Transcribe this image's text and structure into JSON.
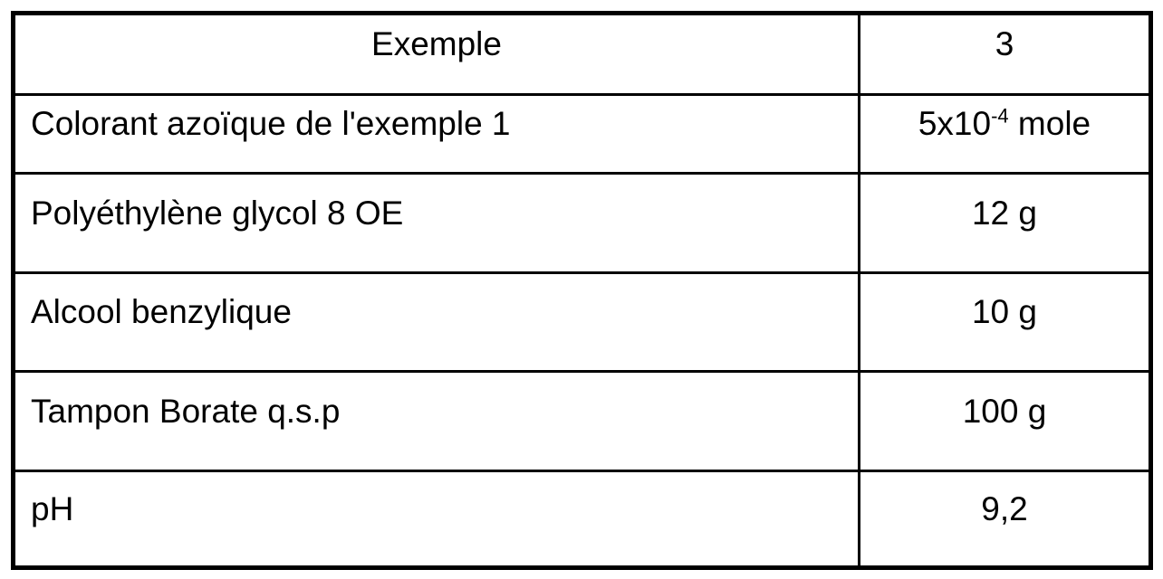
{
  "table": {
    "header": [
      "Exemple",
      "3"
    ],
    "rows": [
      {
        "label": "Colorant azoïque de l'exemple 1",
        "value_base": "5x10",
        "value_exp": "-4",
        "value_unit": " mole"
      },
      {
        "label": "Polyéthylène glycol 8 OE",
        "value": "12 g"
      },
      {
        "label": "Alcool benzylique",
        "value": "10 g"
      },
      {
        "label": "Tampon Borate q.s.p",
        "value": "100 g"
      },
      {
        "label": "pH",
        "value": "9,2"
      }
    ]
  }
}
